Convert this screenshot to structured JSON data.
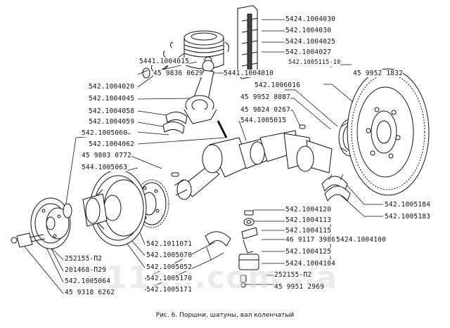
{
  "caption": "Рис. 6. Поршни, шатуны, вал коленчатый",
  "watermark": "1150.com.ua",
  "colors": {
    "line": "#111111",
    "paper": "#ffffff",
    "watermark": "#dcdcdc"
  },
  "labels": {
    "l01": "5424.1004030",
    "l02": "542.1004030",
    "l03": "5424.1004025",
    "l04": "542.1004027",
    "l05": "542.1005115-10",
    "l06": "5441.1004015",
    "l07": "45 9836 0629",
    "l08": "5441.1004010",
    "l09": "45 9952 1832",
    "l10": "542.1004020",
    "l11": "542.1006016",
    "l12": "542.1004045",
    "l13": "45 9952 8087",
    "l14": "542.1004058",
    "l15": "45 9824 0267",
    "l16": "542.1004059",
    "l17": "544.1005015",
    "l18": "542.1005060",
    "l19": "542.1004062",
    "l20": "45 9803 0772",
    "l21": "544.1005063",
    "l22": "542.1005184",
    "l23": "542.1005183",
    "l24": "542.1004120",
    "l25": "542.1004113",
    "l26": "542.1004115",
    "l27": "5424.1004100",
    "l28": "542.1011071",
    "l29": "46 9117 3986",
    "l30": "542.1005070",
    "l31": "542.1004125",
    "l32": "252155-П2",
    "l33": "5424.1004104",
    "l34": "201468-П29",
    "l35": "542.1005052",
    "l36": "252155-П2",
    "l37": "542.1005064",
    "l38": "542.1005170",
    "l39": "45 9318 6262",
    "l40": "542.1005171",
    "l41": "45 9951 2969"
  }
}
